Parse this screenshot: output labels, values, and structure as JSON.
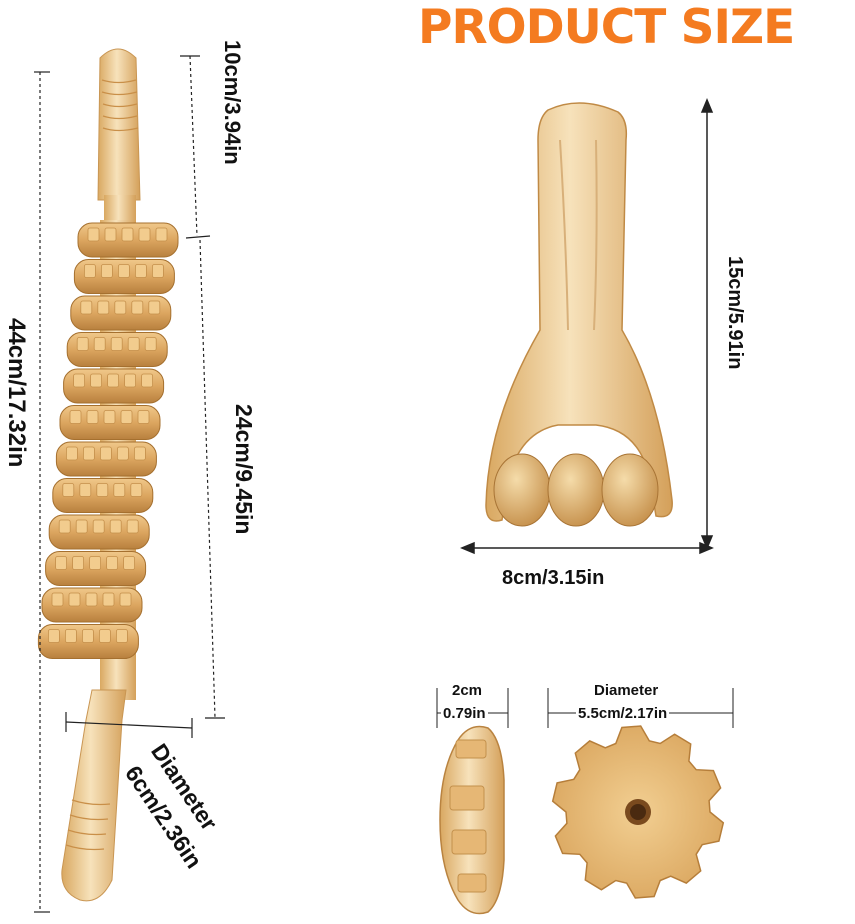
{
  "title": "PRODUCT SIZE",
  "colors": {
    "accent": "#f47b20",
    "wood_light": "#f3d6a6",
    "wood_mid": "#e1b06e",
    "wood_dark": "#b9803c",
    "line": "#222222"
  },
  "labels": {
    "handle_length": "10cm/3.94in",
    "total_length": "44cm/17.32in",
    "roller_section_length": "24cm/9.45in",
    "roller_diameter_title": "Diameter",
    "roller_diameter_value": "6cm/2.36in",
    "hand_roller_height": "15cm/5.91in",
    "hand_roller_width": "8cm/3.15in",
    "wheel_thickness_cm": "2cm",
    "wheel_thickness_in": "0.79in",
    "wheel_diameter_title": "Diameter",
    "wheel_diameter_value": "5.5cm/2.17in"
  }
}
